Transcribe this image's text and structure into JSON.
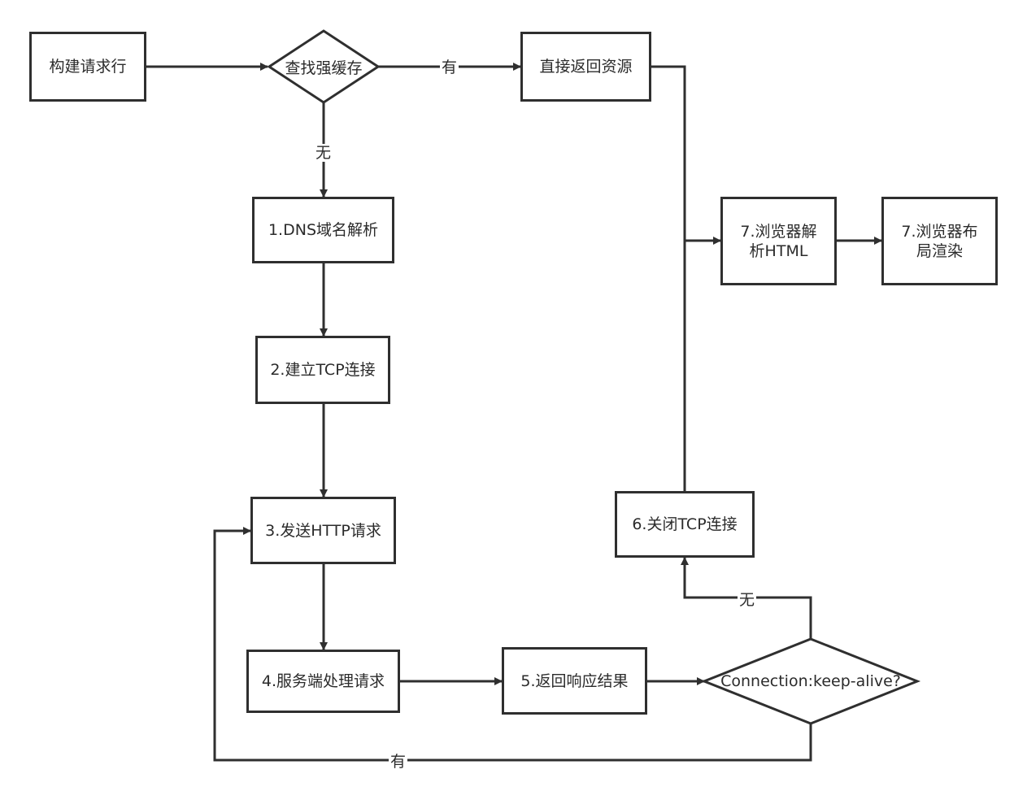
{
  "nodes": {
    "build_request": "构建请求行",
    "check_cache": "查找强缓存",
    "return_resource": "直接返回资源",
    "dns": "1.DNS域名解析",
    "tcp_connect": "2.建立TCP连接",
    "send_http": "3.发送HTTP请求",
    "server_process": "4.服务端处理请求",
    "return_response": "5.返回响应结果",
    "keep_alive": "Connection:keep-alive?",
    "close_tcp": "6.关闭TCP连接",
    "parse_html": {
      "line1": "7.浏览器解",
      "line2": "析HTML"
    },
    "layout_render": {
      "line1": "7.浏览器布",
      "line2": "局渲染"
    }
  },
  "edge_labels": {
    "cache_hit": "有",
    "cache_miss": "无",
    "not_keep_alive": "无",
    "keep_alive_yes": "有"
  },
  "colors": {
    "stroke": "#2f2f2f",
    "text": "#2b2b2b",
    "background": "#ffffff"
  }
}
